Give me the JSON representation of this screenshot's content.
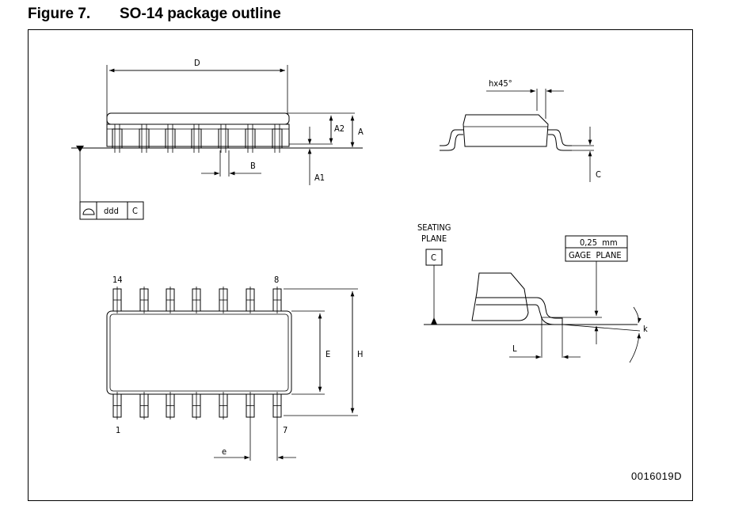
{
  "figure": {
    "number": "Figure 7.",
    "title": "SO-14 package outline"
  },
  "top_view": {
    "D": "D",
    "A2": "A2",
    "A": "A",
    "A1": "A1",
    "B": "B",
    "tolerance": {
      "symbol": "profile-icon",
      "value": "ddd",
      "datum": "C"
    }
  },
  "side_view": {
    "chamfer": "hx45°",
    "C": "C"
  },
  "bottom_view": {
    "pin_14": "14",
    "pin_8": "8",
    "pin_1": "1",
    "pin_7": "7",
    "E": "E",
    "H": "H",
    "e": "e"
  },
  "detail": {
    "seating_plane_line1": "SEATING",
    "seating_plane_line2": "PLANE",
    "datum": "C",
    "gage_value": "0,25  mm",
    "gage_label": "GAGE  PLANE",
    "L": "L",
    "k": "k"
  },
  "reference": "0016019D"
}
